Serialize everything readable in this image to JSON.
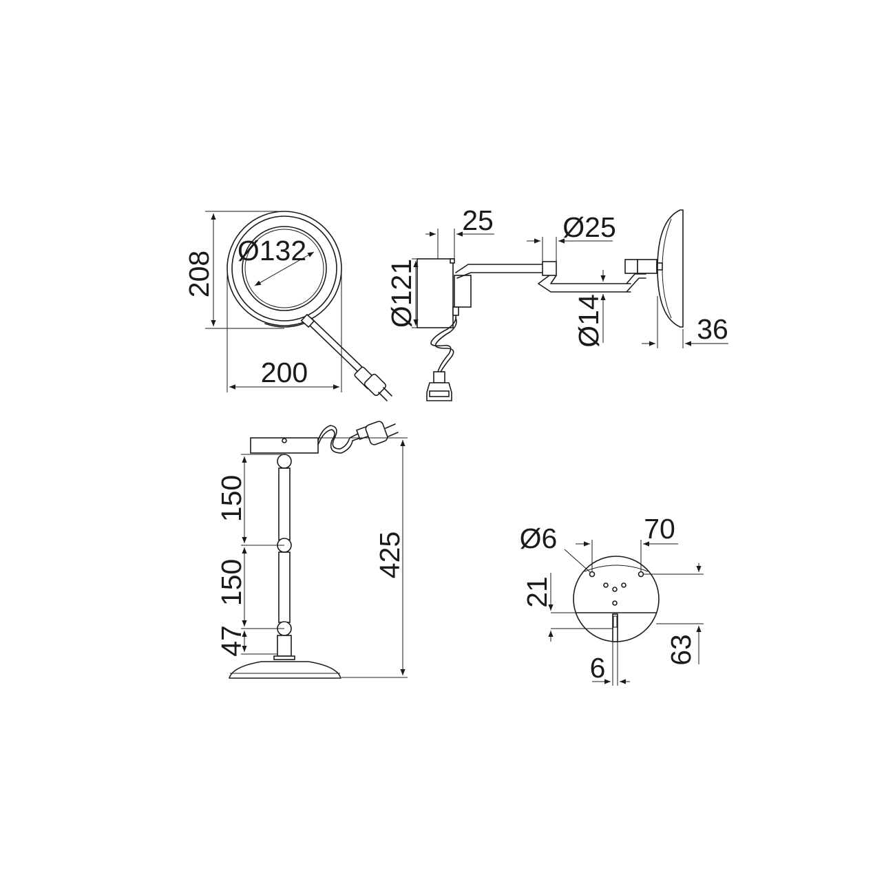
{
  "colors": {
    "line": "#1a1a1a",
    "background": "#ffffff"
  },
  "front_view": {
    "height": "208",
    "width": "200",
    "mirror_diameter": "Ø132"
  },
  "side_view": {
    "arm_offset": "25",
    "arm_diameter": "Ø25",
    "wall_plate_diameter": "Ø121",
    "thin_arm_diameter": "Ø14",
    "mirror_depth": "36"
  },
  "top_view": {
    "arm_segment_1": "150",
    "arm_segment_2": "150",
    "base_segment": "47",
    "total_length": "425"
  },
  "wall_plate_view": {
    "hole_diameter": "Ø6",
    "hole_spacing": "70",
    "slot_offset": "21",
    "plate_height": "63",
    "slot_width": "6"
  }
}
